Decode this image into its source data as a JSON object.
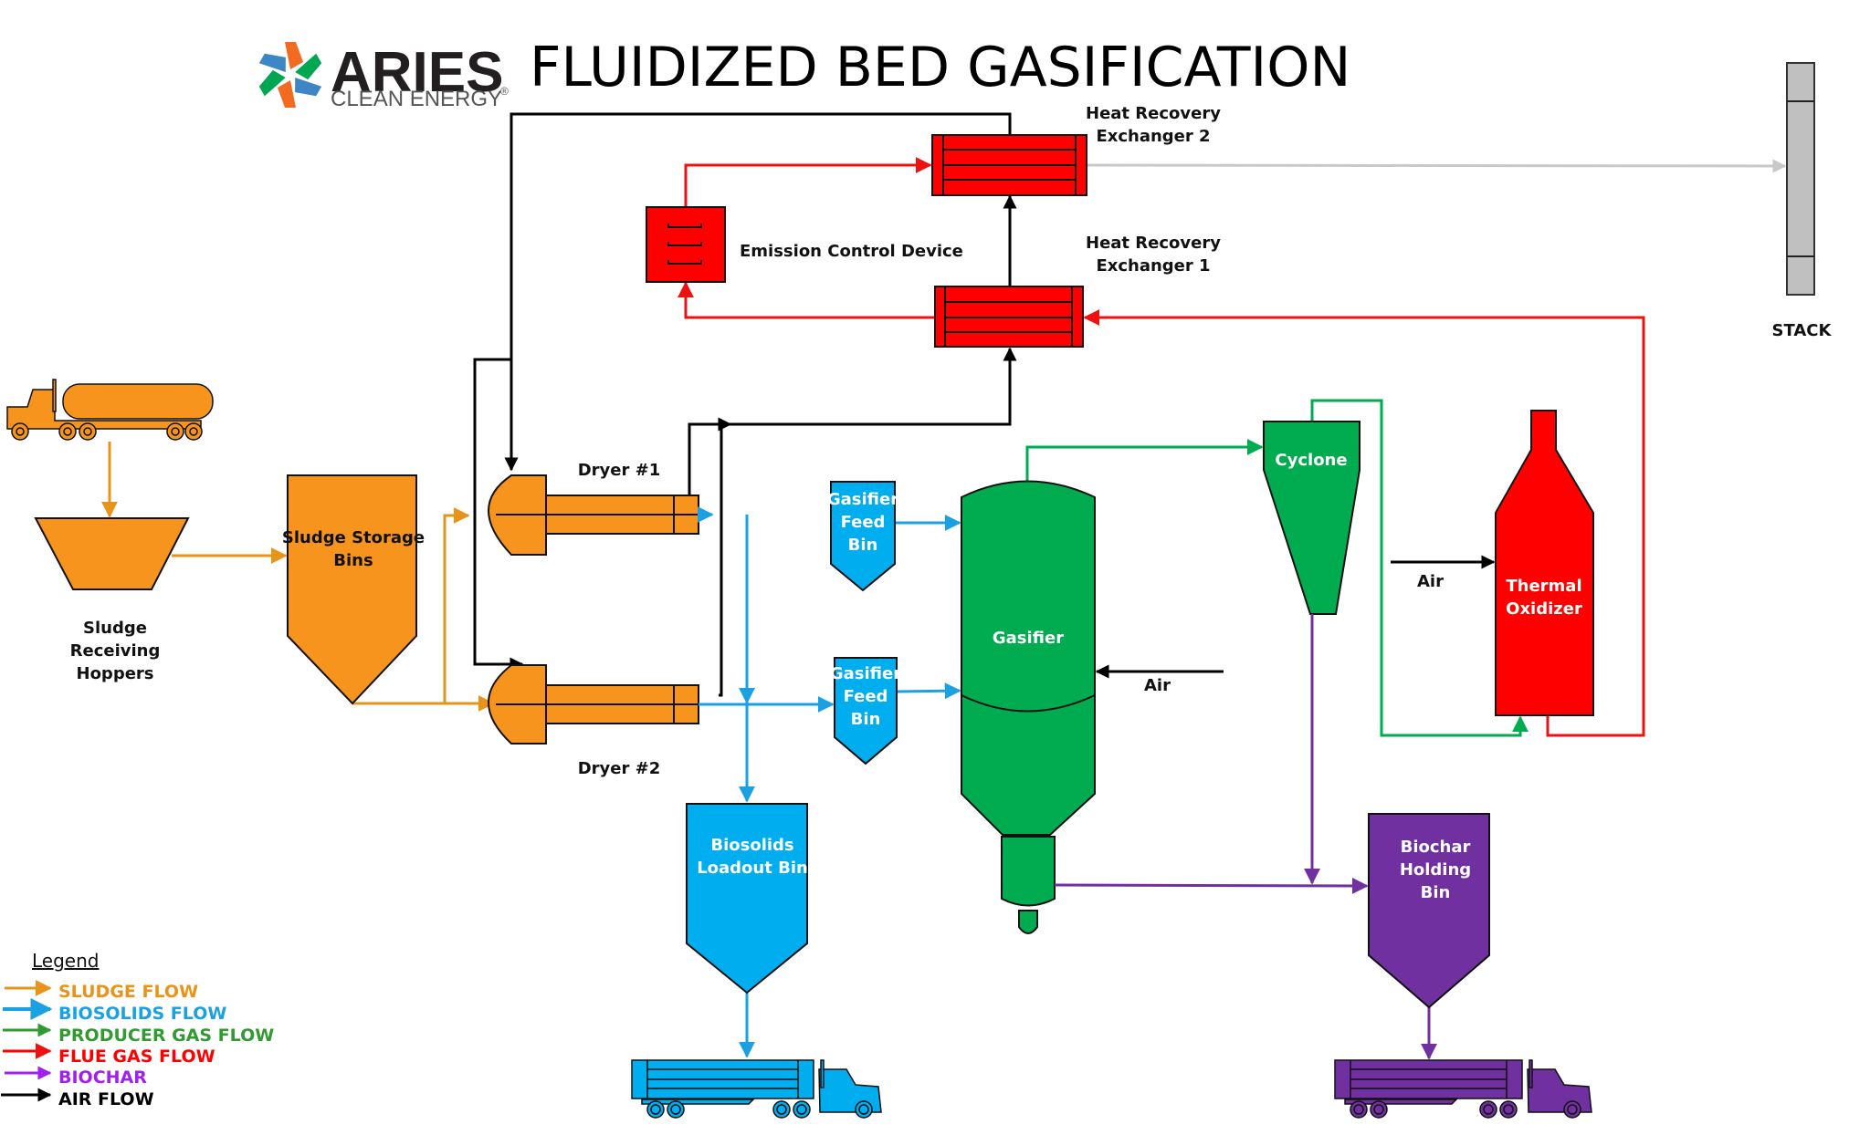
{
  "title": "FLUIDIZED BED GASIFICATION",
  "logo": {
    "name": "ARIES",
    "subtitle": "CLEAN ENERGY",
    "mark": "®",
    "colors": [
      "#f26b21",
      "#00a651",
      "#3f86c6"
    ]
  },
  "colors": {
    "sludge": "#f7941d",
    "sludge_line": "#e8941a",
    "biosolids": "#00aeef",
    "biosolids_line": "#1ba1e2",
    "producer_gas": "#00ac4f",
    "flue_gas": "#ff0000",
    "biochar": "#7030a0",
    "biochar_legend": "#a020f0",
    "air": "#000000",
    "stack": "#c0c0c0",
    "exhaust_line": "#c8c8c8"
  },
  "equipment": {
    "stack": "STACK",
    "hrx2": [
      "Heat Recovery",
      "Exchanger 2"
    ],
    "hrx1": [
      "Heat Recovery",
      "Exchanger 1"
    ],
    "emission_control": "Emission Control Device",
    "sludge_hoppers": [
      "Sludge",
      "Receiving",
      "Hoppers"
    ],
    "sludge_storage": [
      "Sludge Storage",
      "Bins"
    ],
    "dryer1": "Dryer #1",
    "dryer2": "Dryer #2",
    "feed_bin_1": [
      "Gasifier",
      "Feed",
      "Bin"
    ],
    "feed_bin_2": [
      "Gasifier",
      "Feed",
      "Bin"
    ],
    "gasifier": "Gasifier",
    "gasifier_air": "Air",
    "cyclone": "Cyclone",
    "oxidizer": [
      "Thermal",
      "Oxidizer"
    ],
    "oxidizer_air": "Air",
    "biosolids_bin": [
      "Biosolids",
      "Loadout Bin"
    ],
    "biochar_bin": [
      "Biochar",
      "Holding",
      "Bin"
    ]
  },
  "legend": {
    "title": "Legend",
    "items": [
      {
        "label": "SLUDGE  FLOW",
        "color": "#e8941a"
      },
      {
        "label": "BIOSOLIDS FLOW",
        "color": "#1ba1e2"
      },
      {
        "label": "PRODUCER  GAS FLOW",
        "color": "#339933"
      },
      {
        "label": "FLUE  GAS FLOW",
        "color": "#ff0000"
      },
      {
        "label": "BIOCHAR",
        "color": "#a020f0"
      },
      {
        "label": "AIR FLOW",
        "color": "#000000"
      }
    ]
  }
}
